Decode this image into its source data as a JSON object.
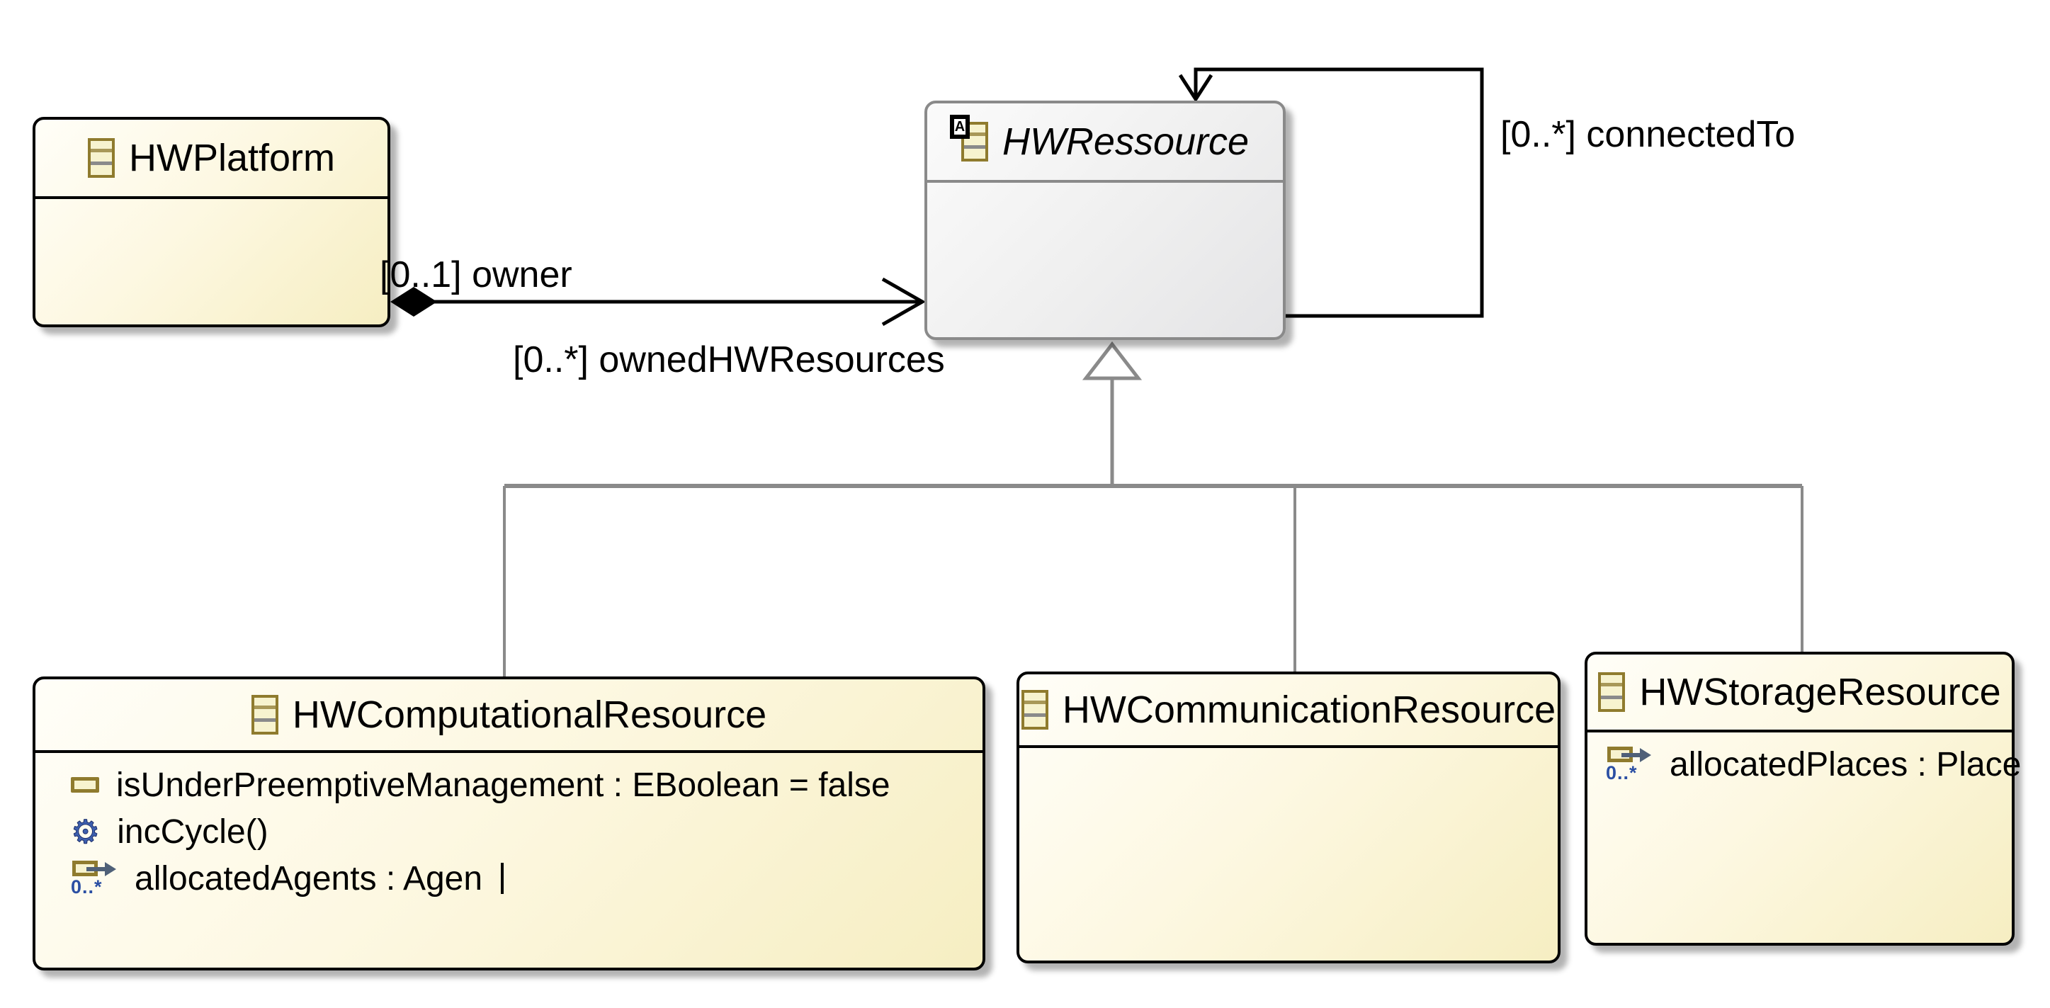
{
  "classes": [
    {
      "name": "HWPlatform",
      "abstract": false,
      "members": []
    },
    {
      "name": "HWRessource",
      "abstract": true,
      "abstract_badge": "A",
      "members": []
    },
    {
      "name": "HWComputationalResource",
      "abstract": false,
      "members": [
        {
          "kind": "attribute",
          "label": "isUnderPreemptiveManagement : EBoolean = false"
        },
        {
          "kind": "operation",
          "label": "incCycle()"
        },
        {
          "kind": "reference",
          "label": "allocatedAgents : Agen",
          "multiplicity": "0..*",
          "truncated": true
        }
      ]
    },
    {
      "name": "HWCommunicationResource",
      "abstract": false,
      "members": []
    },
    {
      "name": "HWStorageResource",
      "abstract": false,
      "members": [
        {
          "kind": "reference",
          "label": "allocatedPlaces : Place",
          "multiplicity": "0..*"
        }
      ]
    }
  ],
  "edges": {
    "owner_composition": {
      "source": "HWPlatform",
      "target": "HWRessource",
      "label_source": "[0..1] owner",
      "label_target": "[0..*] ownedHWResources"
    },
    "connected_to_self": {
      "source": "HWRessource",
      "target": "HWRessource",
      "label": "[0..*] connectedTo"
    },
    "generalizations": {
      "parent": "HWRessource",
      "children": [
        "HWComputationalResource",
        "HWCommunicationResource",
        "HWStorageResource"
      ]
    }
  },
  "icons": {
    "gear": "⚙"
  },
  "colors": {
    "class_fill_light": "#fffef8",
    "class_fill_dark": "#f6eec2",
    "class_border": "#000000",
    "abstract_fill": "#efefef",
    "abstract_border": "#8a8a8a",
    "icon_border": "#8f7b2e",
    "icon_fill": "#f7f3cf",
    "gear_blue": "#3d5fae",
    "multiplicity_blue": "#2b4fa3",
    "edge_black": "#000000",
    "generalization_gray": "#8a8a8a"
  }
}
